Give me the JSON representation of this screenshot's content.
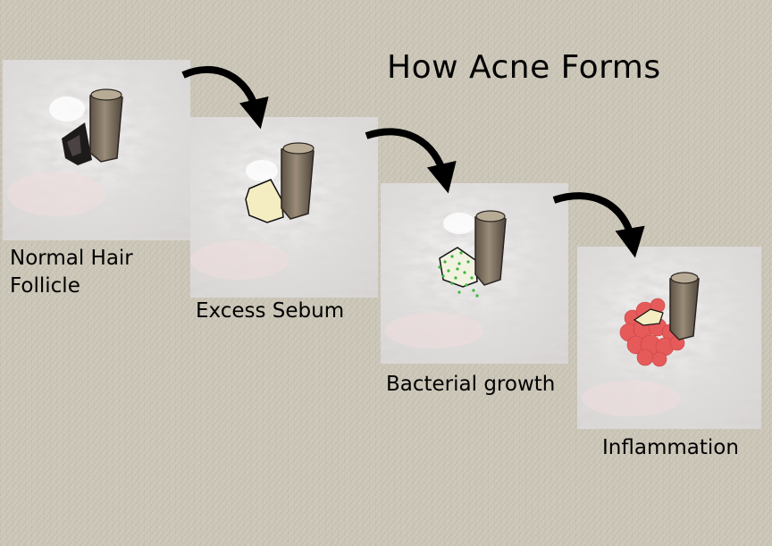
{
  "title": "How Acne Forms",
  "stages": [
    {
      "label": "Normal Hair\nFollicle"
    },
    {
      "label": "Excess Sebum"
    },
    {
      "label": "Bacterial growth"
    },
    {
      "label": "Inflammation"
    }
  ],
  "colors": {
    "background": "#ccc7b8",
    "skin": "#e9e7e6",
    "hair": "#8a7d6b",
    "sebum": "#f4edc2",
    "bacteria": "#3cb63c",
    "inflammation": "#e65a5a",
    "arrow": "#000000"
  }
}
